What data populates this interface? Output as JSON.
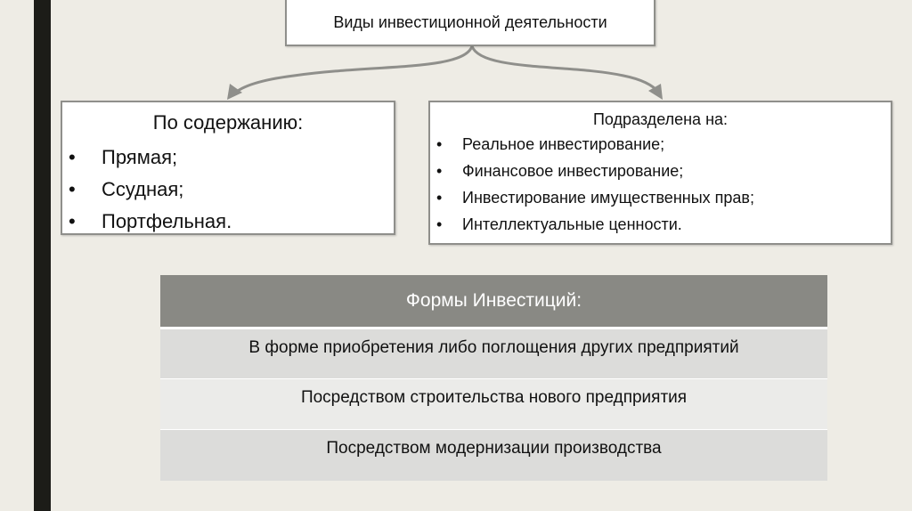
{
  "top_box": {
    "title": "Виды инвестиционной деятельности"
  },
  "left_box": {
    "title": "По содержанию:",
    "items": [
      "Прямая;",
      "Ссудная;",
      "Портфельная."
    ]
  },
  "right_box": {
    "title": "Подразделена на:",
    "items": [
      "Реальное инвестирование;",
      "Финансовое инвестирование;",
      "Инвестирование имущественных прав;",
      "Интеллектуальные ценности."
    ]
  },
  "table": {
    "header": "Формы Инвестиций:",
    "rows": [
      "В форме приобретения либо поглощения других предприятий",
      "Посредством строительства нового предприятия",
      "Посредством модернизации производства"
    ]
  },
  "bullet": "•"
}
